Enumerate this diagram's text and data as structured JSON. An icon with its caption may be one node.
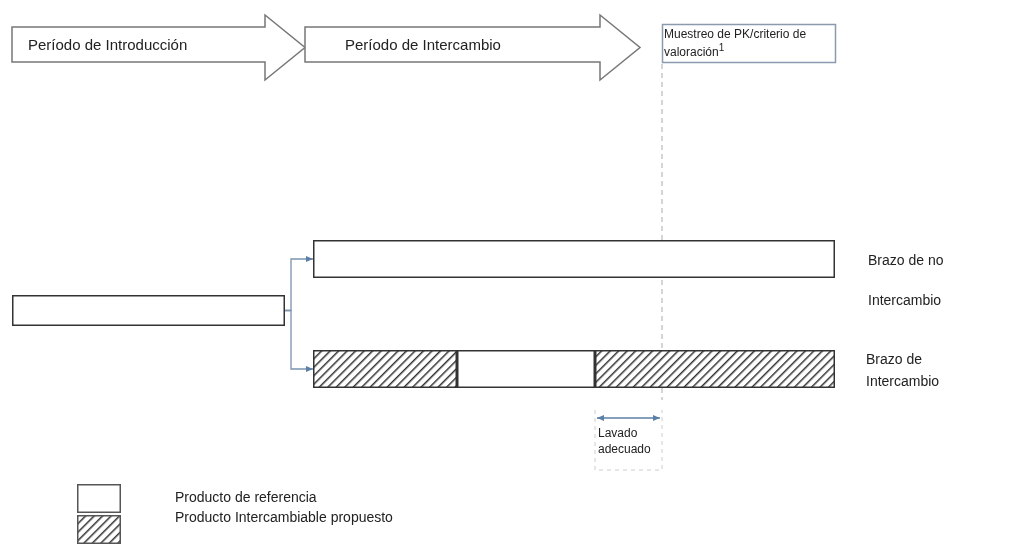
{
  "diagram": {
    "nodes": [
      {
        "text": [
          "Período de Introducción"
        ]
      },
      {
        "text": [
          "Período de Intercambio"
        ]
      },
      {
        "text": [
          "Muestreo de PK/criterio de valoración$^{1}$"
        ]
      },
      {
        "text": [],
        "shape": "bar"
      },
      {
        "text": [],
        "shape": "bar",
        "beside": [
          "Brazo de no Intercambio"
        ]
      },
      {
        "text": [],
        "shape": "bar",
        "beside": [
          "Brazo de Intercambio"
        ]
      }
    ],
    "edges": [
      {
        "from": 3,
        "to": 4,
        "arrow": "to"
      },
      {
        "from": 3,
        "to": 5,
        "arrow": "to"
      }
    ],
    "labels": [
      "Lavado adecuado"
    ],
    "legend": [
      {
        "text": "Producto de referencia",
        "color": "#ffffff"
      },
      {
        "text": "Producto Intercambiable propuesto"
      }
    ]
  }
}
